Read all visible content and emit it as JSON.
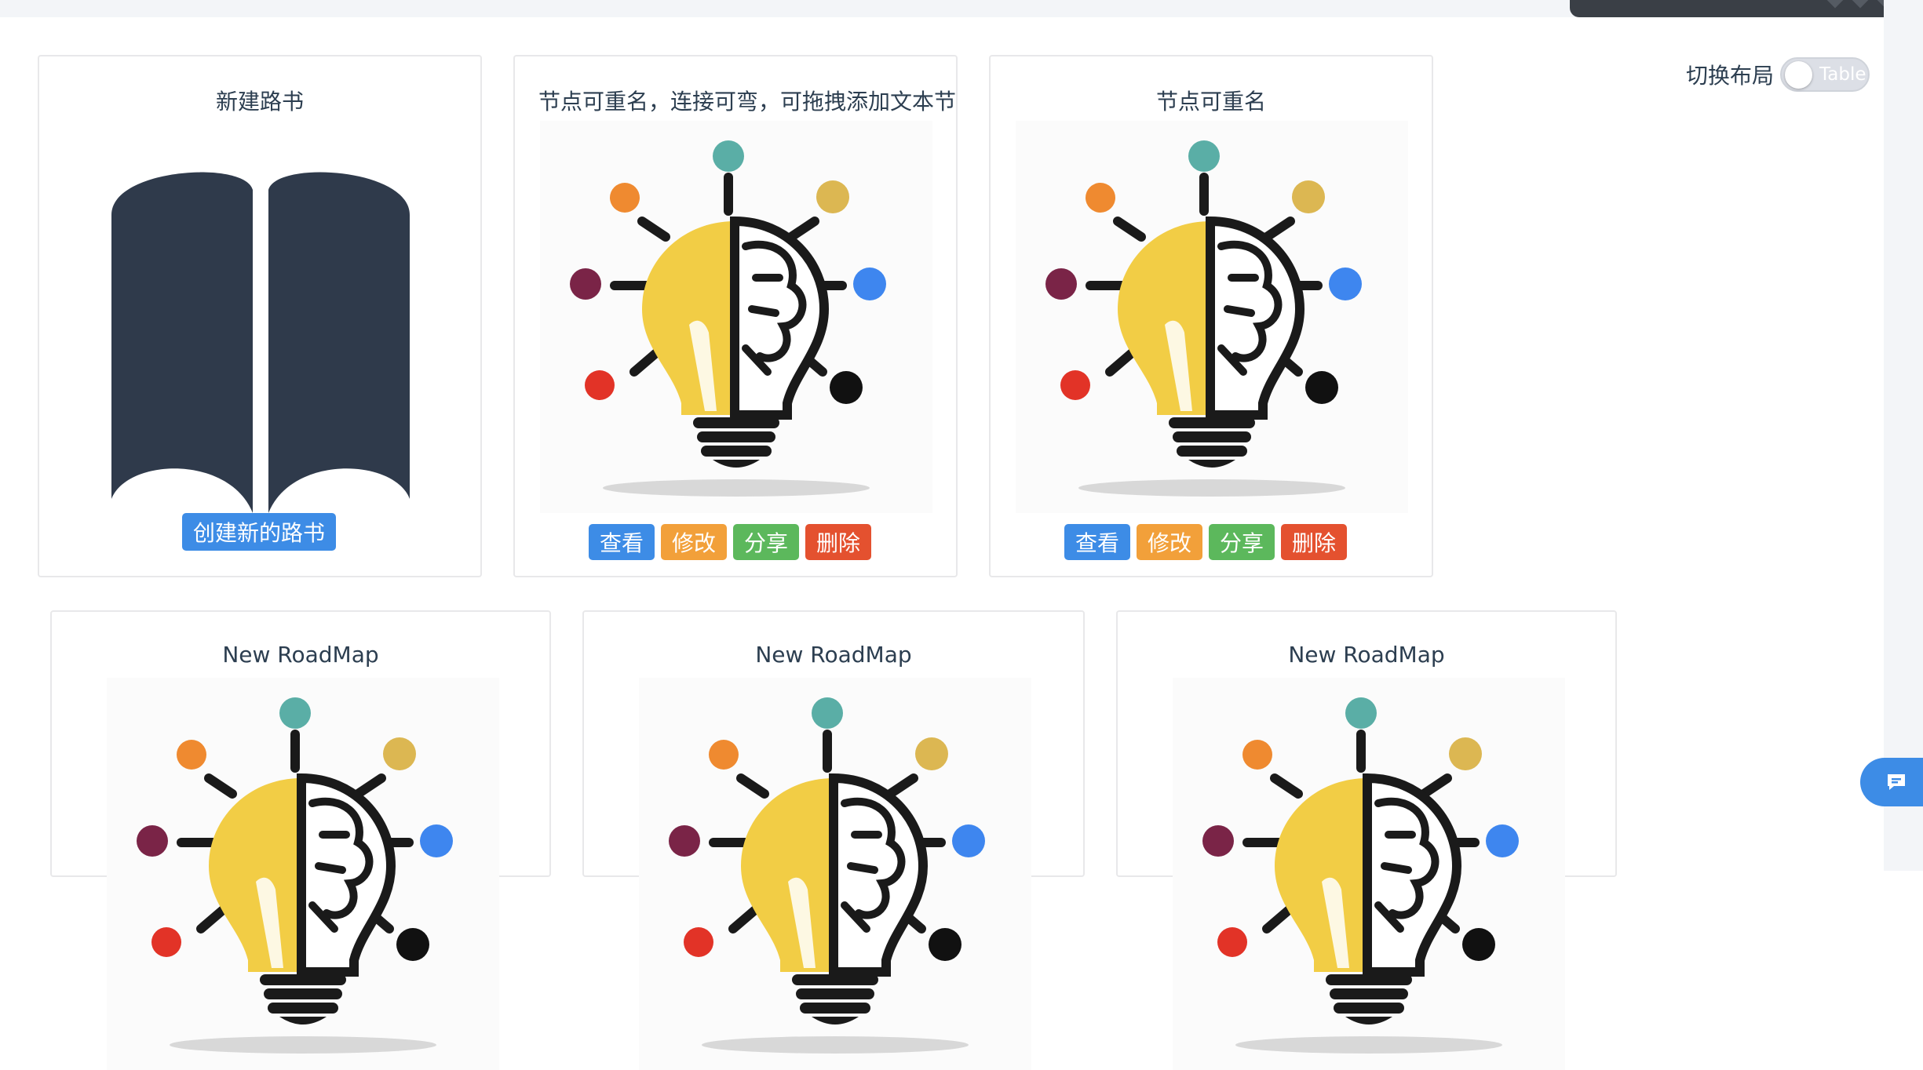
{
  "layout_toggle": {
    "label": "切换布局",
    "state_text": "Table"
  },
  "new_card": {
    "title": "新建路书",
    "button": "创建新的路书"
  },
  "cards": [
    {
      "title": "节点可重名，连接可弯，可拖拽添加文本节点",
      "actions": [
        "查看",
        "修改",
        "分享",
        "删除"
      ]
    },
    {
      "title": "节点可重名",
      "actions": [
        "查看",
        "修改",
        "分享",
        "删除"
      ]
    },
    {
      "title": "New RoadMap"
    },
    {
      "title": "New RoadMap"
    },
    {
      "title": "New RoadMap"
    }
  ],
  "colors": {
    "primary": "#3d8ce6",
    "warning": "#f2a03a",
    "success": "#5cb85c",
    "danger": "#e4512f",
    "book": "#2f3a4b"
  },
  "icons": {
    "book": "open-book-icon",
    "bulb": "lightbulb-brain-icon",
    "chat": "chat-icon"
  }
}
